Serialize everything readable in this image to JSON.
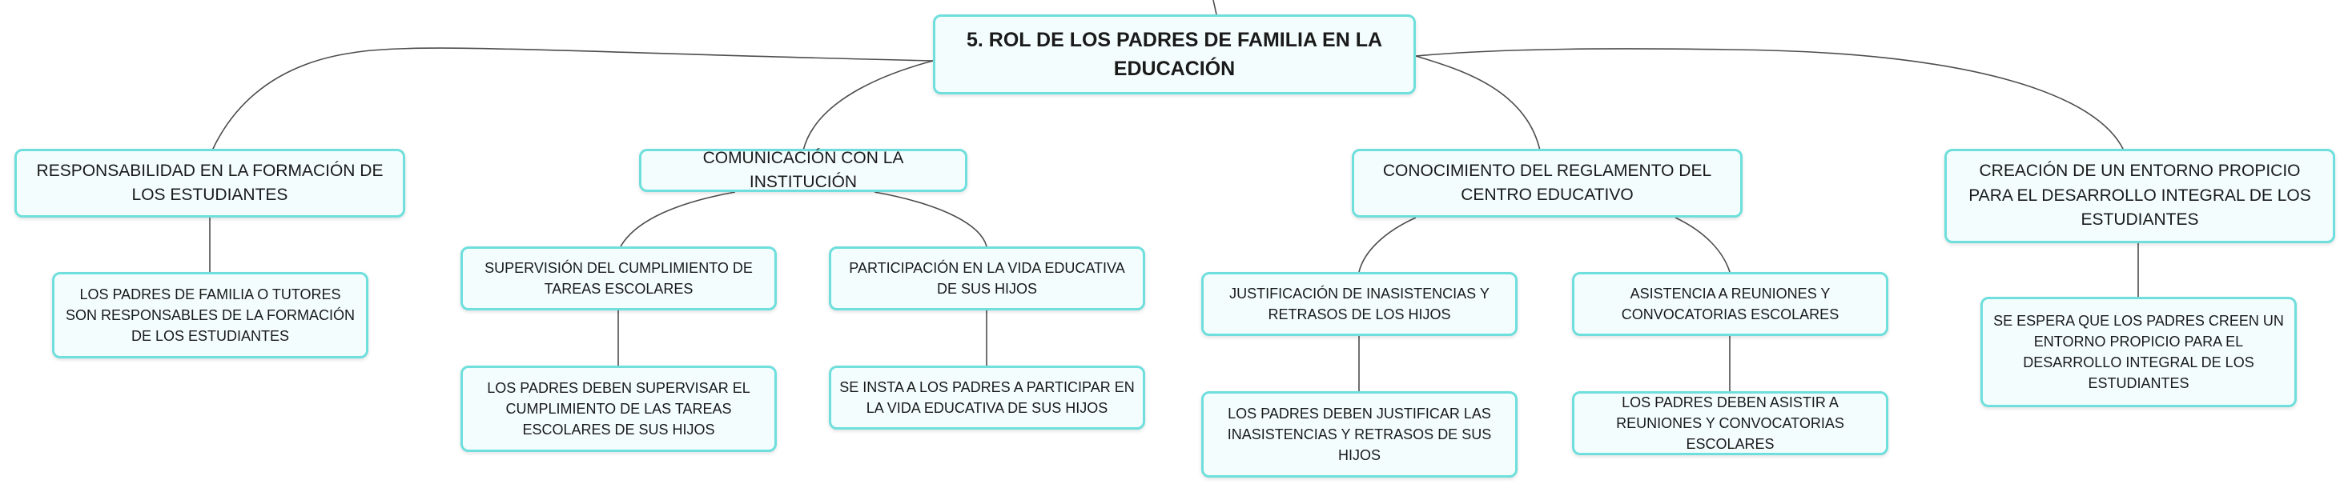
{
  "map": {
    "root": "5. ROL DE LOS PADRES DE FAMILIA EN LA EDUCACIÓN",
    "topics": [
      {
        "label": "RESPONSABILIDAD EN LA FORMACIÓN DE LOS ESTUDIANTES",
        "detail": "LOS PADRES DE FAMILIA O TUTORES SON RESPONSABLES DE LA FORMACIÓN DE LOS ESTUDIANTES"
      },
      {
        "label": "COMUNICACIÓN CON LA INSTITUCIÓN",
        "subtopics": [
          {
            "label": "SUPERVISIÓN DEL CUMPLIMIENTO DE TAREAS ESCOLARES",
            "detail": "LOS PADRES DEBEN SUPERVISAR EL CUMPLIMIENTO DE LAS TAREAS ESCOLARES DE SUS HIJOS"
          },
          {
            "label": "PARTICIPACIÓN EN LA VIDA EDUCATIVA DE SUS HIJOS",
            "detail": "SE INSTA A LOS PADRES A PARTICIPAR EN LA VIDA EDUCATIVA DE SUS HIJOS"
          }
        ]
      },
      {
        "label": "CONOCIMIENTO DEL REGLAMENTO DEL CENTRO EDUCATIVO",
        "subtopics": [
          {
            "label": "JUSTIFICACIÓN DE INASISTENCIAS Y RETRASOS DE LOS HIJOS",
            "detail": "LOS PADRES DEBEN JUSTIFICAR LAS INASISTENCIAS Y RETRASOS DE SUS HIJOS"
          },
          {
            "label": "ASISTENCIA A REUNIONES Y CONVOCATORIAS ESCOLARES",
            "detail": "LOS PADRES DEBEN ASISTIR A REUNIONES Y CONVOCATORIAS ESCOLARES"
          }
        ]
      },
      {
        "label": "CREACIÓN DE UN ENTORNO PROPICIO PARA EL DESARROLLO INTEGRAL DE LOS ESTUDIANTES",
        "detail": "SE ESPERA QUE LOS PADRES CREEN UN ENTORNO PROPICIO PARA EL DESARROLLO INTEGRAL DE LOS ESTUDIANTES"
      }
    ]
  },
  "colors": {
    "node_border": "#6edfdc",
    "node_fill": "#f3fdfd",
    "connector": "#4d4d4d",
    "text": "#1a1a1a"
  }
}
